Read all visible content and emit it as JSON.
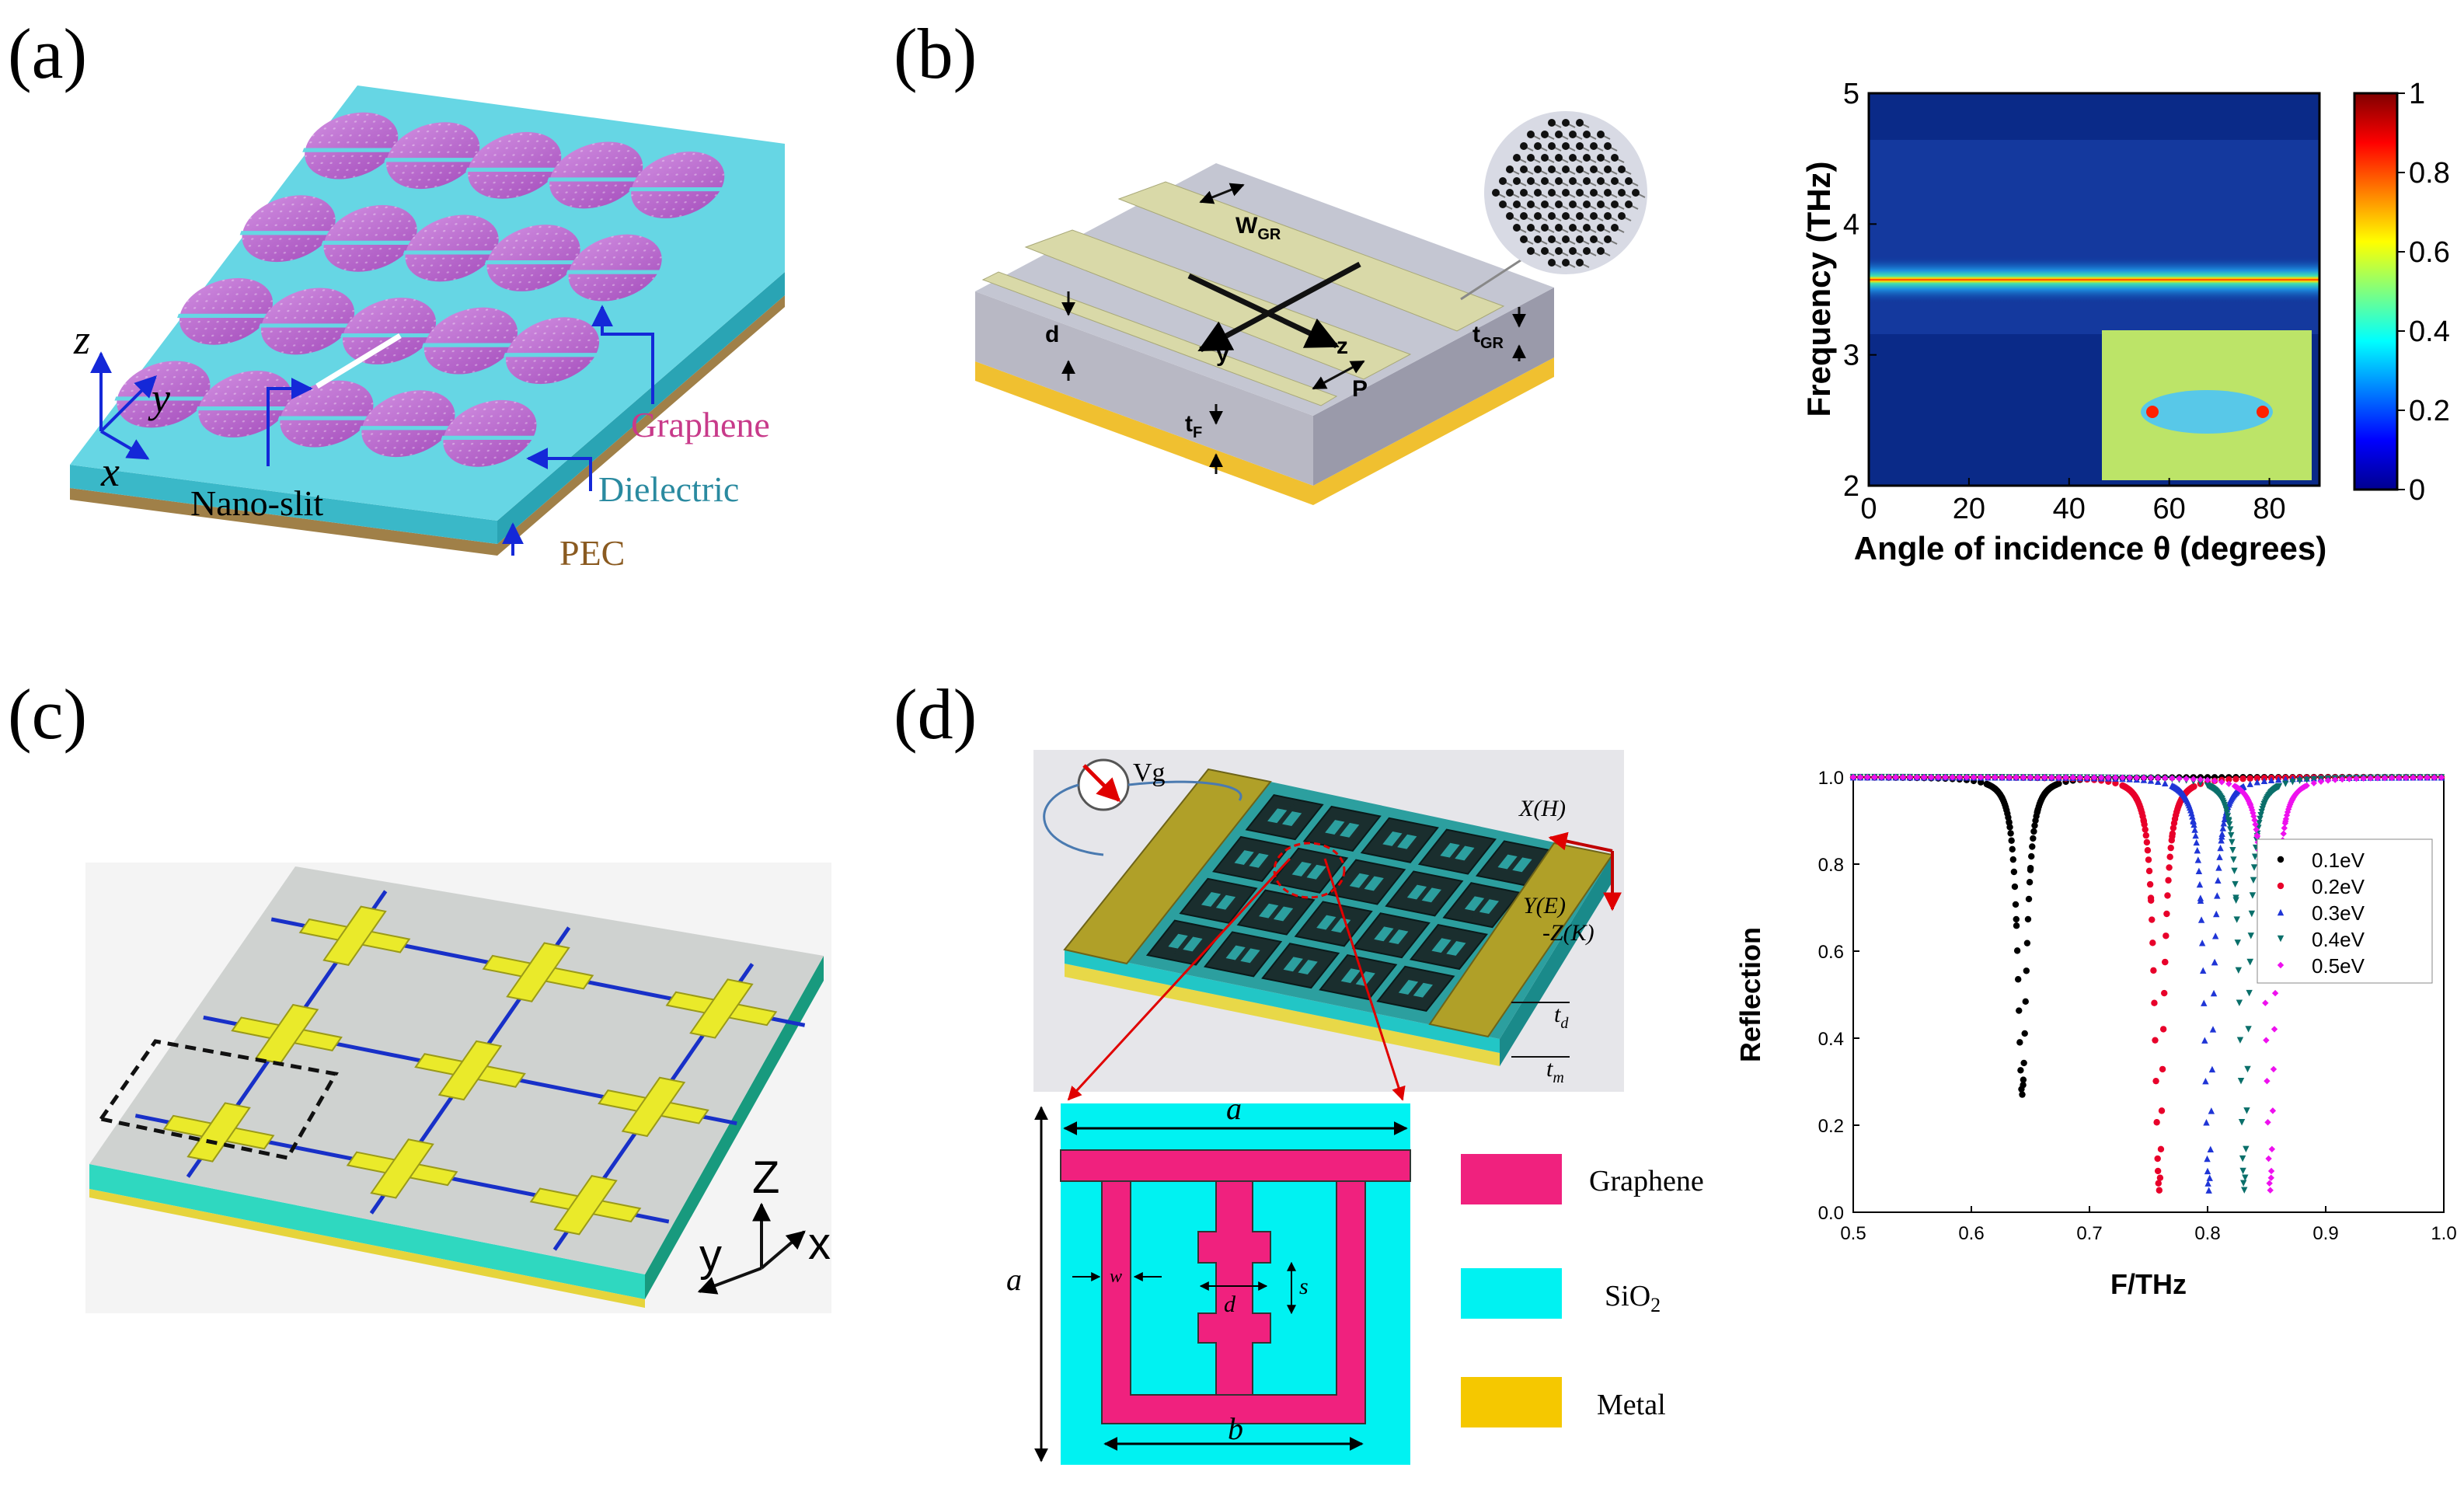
{
  "panels": {
    "a": {
      "label": "(a)",
      "texts": {
        "graphene": "Graphene",
        "dielectric": "Dielectric",
        "pec": "PEC",
        "nanoslit": "Nano-slit",
        "ax_z": "z",
        "ax_y": "y",
        "ax_x": "x"
      },
      "colors": {
        "top": "#66d6e4",
        "disk": "#b45fc7",
        "pec": "#a08048"
      }
    },
    "b": {
      "label": "(b)",
      "texts": {
        "wgr": "W",
        "wgr_sub": "GR",
        "tgr": "t",
        "tgr_sub": "GR",
        "d": "d",
        "y": "y",
        "z": "z",
        "p": "P",
        "tf": "t",
        "tf_sub": "F"
      },
      "heatmap": {
        "xlabel": "Angle of incidence θ (degrees)",
        "ylabel": "Frequency (THz)",
        "xticks": [
          "0",
          "20",
          "40",
          "60",
          "80"
        ],
        "yticks": [
          "2",
          "3",
          "4",
          "5"
        ],
        "cbar_ticks": [
          "0",
          "0.2",
          "0.4",
          "0.6",
          "0.8",
          "1"
        ]
      }
    },
    "c": {
      "label": "(c)",
      "texts": {
        "ax_z": "z",
        "ax_y": "y",
        "ax_x": "x"
      },
      "colors": {
        "cross": "#eaea2a",
        "line": "#1830c8",
        "substrate": "#2fd8c0"
      }
    },
    "d": {
      "label": "(d)",
      "texts": {
        "vg": "Vg",
        "xh": "X(H)",
        "ye": "Y(E)",
        "zk": "-Z(K)",
        "td": "t",
        "td_sub": "d",
        "tm": "t",
        "tm_sub": "m",
        "a_top": "a",
        "a_left": "a",
        "b": "b",
        "w": "w",
        "dd": "d",
        "s": "s"
      },
      "legend": [
        {
          "label": "Graphene",
          "color": "#f0217e"
        },
        {
          "label": "SiO",
          "sub": "2",
          "color": "#00f2f2"
        },
        {
          "label": "Metal",
          "color": "#f5c800"
        }
      ]
    }
  },
  "chart_data": {
    "type": "scatter",
    "xlabel": "F/THz",
    "ylabel": "Reflection",
    "xlim": [
      0.5,
      1.0
    ],
    "ylim": [
      0.0,
      1.0
    ],
    "xticks": [
      "0.5",
      "0.6",
      "0.7",
      "0.8",
      "0.9",
      "1.0"
    ],
    "yticks": [
      "0.0",
      "0.2",
      "0.4",
      "0.6",
      "0.8",
      "1.0"
    ],
    "legend_position": "top-right",
    "series": [
      {
        "name": "0.1eV",
        "color": "#000000",
        "marker": "circle",
        "f0": 0.643,
        "min": 0.27
      },
      {
        "name": "0.2eV",
        "color": "#e8002a",
        "marker": "circle",
        "f0": 0.759,
        "min": 0.05
      },
      {
        "name": "0.3eV",
        "color": "#1f35d6",
        "marker": "triangle-up",
        "f0": 0.801,
        "min": 0.05
      },
      {
        "name": "0.4eV",
        "color": "#0a6f6a",
        "marker": "triangle-down",
        "f0": 0.831,
        "min": 0.05
      },
      {
        "name": "0.5eV",
        "color": "#ee10ee",
        "marker": "diamond",
        "f0": 0.853,
        "min": 0.05
      }
    ]
  }
}
